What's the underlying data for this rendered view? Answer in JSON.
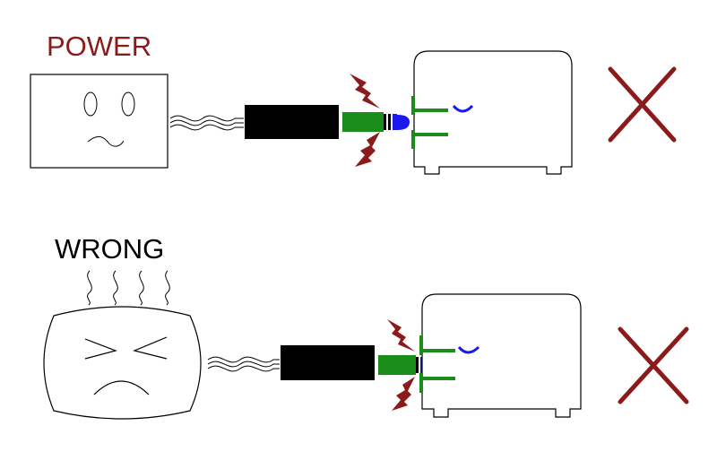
{
  "panels": [
    {
      "label": "POWER",
      "label_color": "#8b1a1a",
      "status": "cross-icon",
      "source_mood": "worried"
    },
    {
      "label": "WRONG",
      "label_color": "#000000",
      "status": "cross-icon",
      "source_mood": "angry"
    }
  ],
  "colors": {
    "adapter": "#000000",
    "plug": "#1a8c1a",
    "tip": "#1a1aee",
    "spark": "#8b1a1a",
    "socket": "#1a8c1a",
    "cross": "#8b1a1a",
    "outline": "#000000"
  }
}
